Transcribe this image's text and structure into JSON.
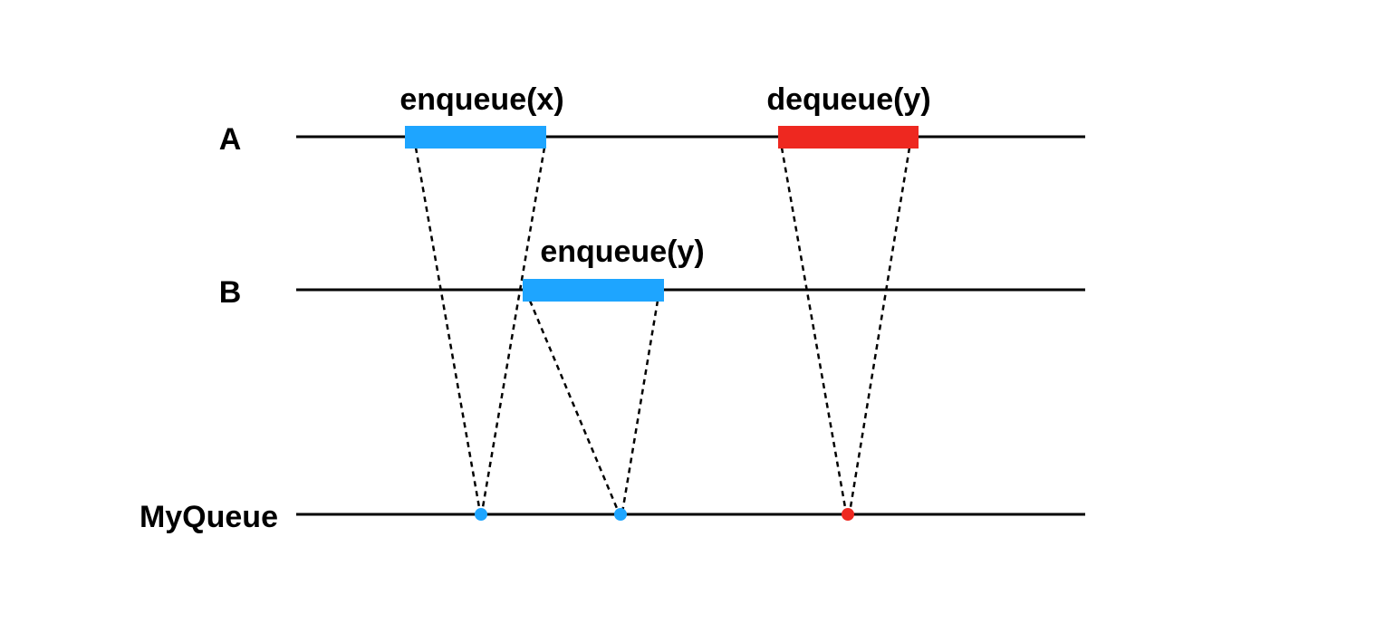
{
  "lanes": [
    {
      "id": "A",
      "label": "A"
    },
    {
      "id": "B",
      "label": "B"
    },
    {
      "id": "MyQueue",
      "label": "MyQueue"
    }
  ],
  "operations": [
    {
      "id": "enqueue-x",
      "label": "enqueue(x)",
      "lane": "A",
      "kind": "enqueue",
      "color": "#1ea5ff",
      "linearization_point": "p1"
    },
    {
      "id": "enqueue-y",
      "label": "enqueue(y)",
      "lane": "B",
      "kind": "enqueue",
      "color": "#1ea5ff",
      "linearization_point": "p2"
    },
    {
      "id": "dequeue-y",
      "label": "dequeue(y)",
      "lane": "A",
      "kind": "dequeue",
      "color": "#ee2820",
      "linearization_point": "p3"
    }
  ],
  "linearization_points": [
    {
      "id": "p1",
      "lane": "MyQueue",
      "color": "#1ea5ff"
    },
    {
      "id": "p2",
      "lane": "MyQueue",
      "color": "#1ea5ff"
    },
    {
      "id": "p3",
      "lane": "MyQueue",
      "color": "#ee2820"
    }
  ],
  "colors": {
    "enqueue": "#1ea5ff",
    "dequeue": "#ee2820",
    "timeline": "#000000"
  }
}
